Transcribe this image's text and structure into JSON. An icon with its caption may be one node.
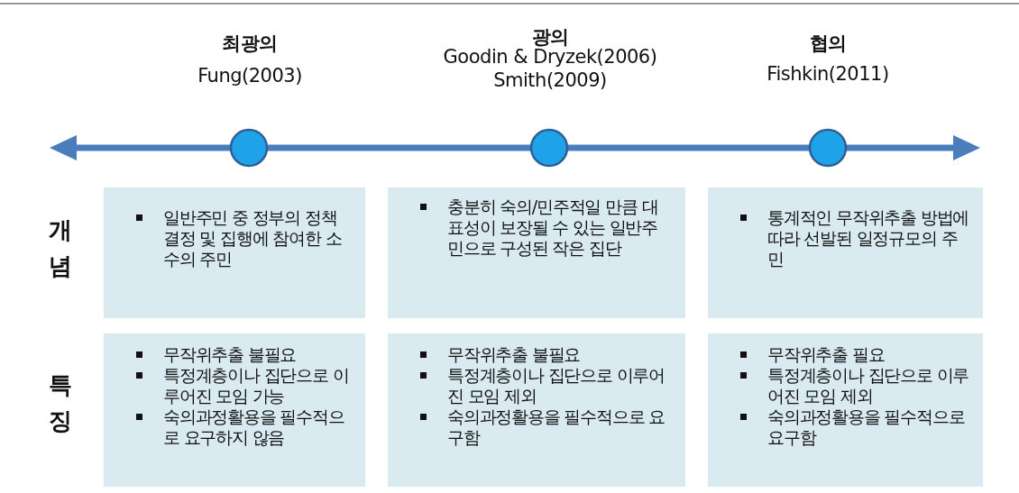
{
  "diagram": {
    "nodes": [
      {
        "text": [
          "일반주민 중 정부의 정책결정 및 집행에 참여한 소수의 주민"
        ]
      },
      {
        "text": [
          "충분히 숙의/민주적일 만큼 대표성이 보장될 수 있는 일반주민으로 구성된 작은 집단"
        ]
      },
      {
        "text": [
          "통계적인 무작위추출 방법에 따라 선발된 일정규모의 주민"
        ]
      },
      {
        "text": [
          "무작위추출 불필요",
          "특정계층이나 집단으로 이루어진 모임 가능",
          "숙의과정활용을 필수적으로 요구하지 않음"
        ]
      },
      {
        "text": [
          "무작위추출 불필요",
          "특정계층이나 집단으로 이루어진 모임 제외",
          "숙의과정활용을 필수적으로 요구함"
        ]
      },
      {
        "text": [
          "무작위추출 필요",
          "특정계층이나 집단으로 이루어진 모임 제외",
          "숙의과정활용을 필수적으로 요구함"
        ]
      }
    ],
    "edges": [],
    "labels": [
      "최광의",
      "광의",
      "협의",
      "Fung(2003)",
      "Goodin & Dryzek(2006)",
      "Smith(2009)",
      "Fishkin(2011)",
      "개념",
      "특징"
    ]
  }
}
